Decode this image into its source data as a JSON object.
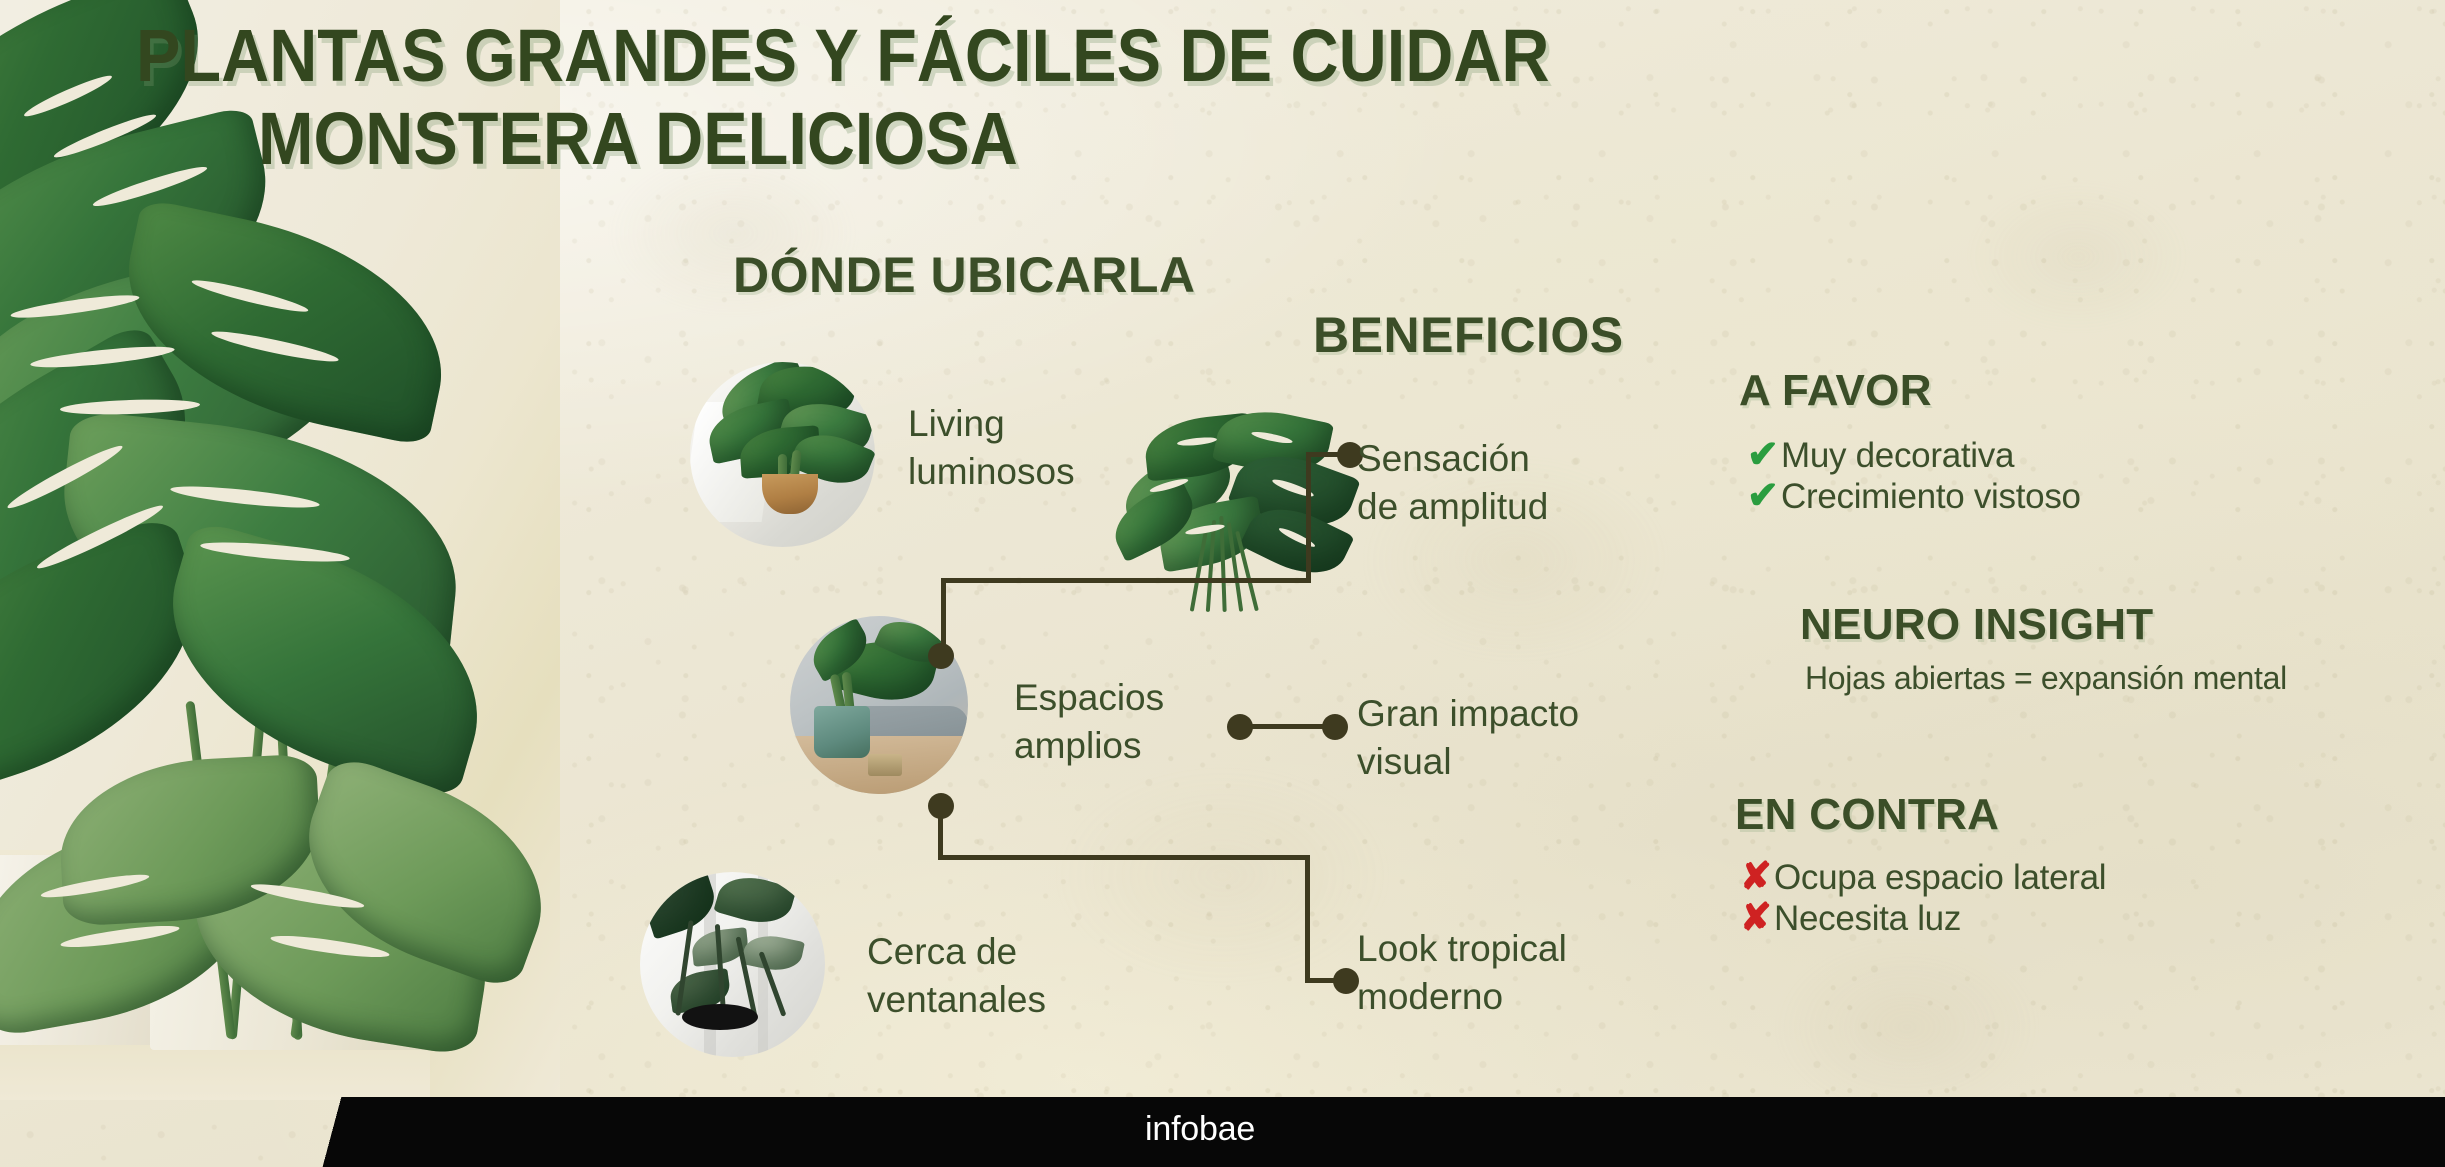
{
  "brand": {
    "footer_logo": "infobae",
    "colors": {
      "dark_green": "#3b4e28",
      "title_green": "#33471f",
      "body_green": "#3c4f2b",
      "connector": "#3e3a1f",
      "check_green": "#2a9d3f",
      "cross_red": "#cf2222",
      "background_cream": "#efead9",
      "footer_black": "#070707"
    }
  },
  "header": {
    "title_line1": "PLANTAS GRANDES Y FÁCILES DE CUIDAR",
    "title_line2": "MONSTERA DELICIOSA"
  },
  "sections": {
    "ubicarla": {
      "heading": "DÓNDE UBICARLA",
      "items": [
        {
          "label": "Living\nluminosos",
          "photo": "monstera-in-woven-basket-photo"
        },
        {
          "label": "Espacios\namplios",
          "photo": "monstera-teal-pot-sofa-photo"
        },
        {
          "label": "Cerca de\nventanales",
          "photo": "monstera-by-window-photo"
        }
      ]
    },
    "beneficios": {
      "heading": "BENEFICIOS",
      "items": [
        "Sensación\nde amplitud",
        "Gran impacto\nvisual",
        "Look tropical\nmoderno"
      ]
    },
    "a_favor": {
      "heading": "A FAVOR",
      "mark": "✔",
      "items": [
        "Muy decorativa",
        "Crecimiento vistoso"
      ]
    },
    "neuro_insight": {
      "heading": "NEURO INSIGHT",
      "text": "Hojas abiertas = expansión mental"
    },
    "en_contra": {
      "heading": "EN CONTRA",
      "mark": "✘",
      "items": [
        "Ocupa espacio lateral",
        "Necesita luz"
      ]
    }
  }
}
